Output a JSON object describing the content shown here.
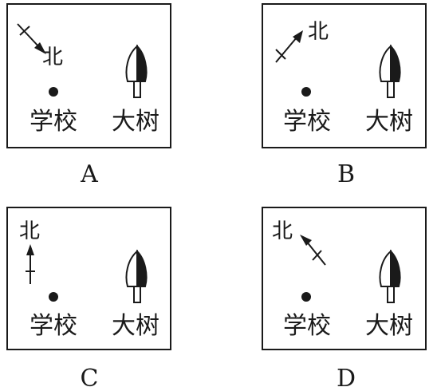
{
  "colors": {
    "ink": "#1a1a1a",
    "paper": "#ffffff"
  },
  "panels": [
    {
      "letter": "A",
      "north_label": "北",
      "school_label": "学校",
      "tree_label": "大树",
      "north_arrow_direction": "southeast"
    },
    {
      "letter": "B",
      "north_label": "北",
      "school_label": "学校",
      "tree_label": "大树",
      "north_arrow_direction": "northeast"
    },
    {
      "letter": "C",
      "north_label": "北",
      "school_label": "学校",
      "tree_label": "大树",
      "north_arrow_direction": "north"
    },
    {
      "letter": "D",
      "north_label": "北",
      "school_label": "学校",
      "tree_label": "大树",
      "north_arrow_direction": "northwest"
    }
  ]
}
